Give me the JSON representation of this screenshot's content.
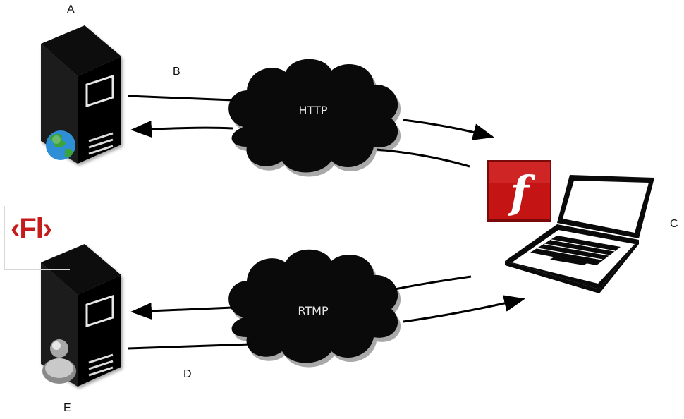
{
  "labels": {
    "a": "A",
    "b": "B",
    "c": "C",
    "d": "D",
    "e": "E"
  },
  "clouds": {
    "top": "HTTP",
    "bottom": "RTMP"
  },
  "logos": {
    "fl": "‹Fl›",
    "flash_player": "f"
  },
  "colors": {
    "ink": "#000000",
    "flash_red": "#c41414",
    "globe_blue": "#2f8fd6",
    "globe_green": "#3aa33a"
  },
  "icons": {
    "web_server": "server-icon",
    "globe": "globe-icon",
    "media_server": "server-icon",
    "user": "user-icon",
    "client": "laptop-icon",
    "flash_player": "flash-player-icon",
    "flash_logo": "flash-fl-logo-icon"
  }
}
